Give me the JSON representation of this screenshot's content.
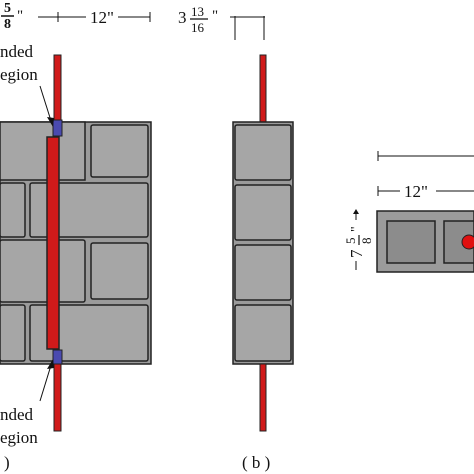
{
  "colors": {
    "brick_fill": "#9b9b9b",
    "brick_face": "#a6a6a6",
    "mortar": "#222222",
    "rebar": "#d01a1a",
    "unbonded": "#4a4ab0",
    "block_cell": "#8c8c8c"
  },
  "top_dims": {
    "left_fraction": {
      "num": "5",
      "den": "8",
      "unit": "\""
    },
    "length": "12\"",
    "thickness_whole": "3",
    "thickness_num": "13",
    "thickness_den": "16",
    "thickness_unit": "\""
  },
  "labels": {
    "unbonded_top_line1": "nded",
    "unbonded_top_line2": "egion",
    "unbonded_bottom_line1": "nded",
    "unbonded_bottom_line2": "egion",
    "panel_a_caption": ")",
    "panel_b_caption": "( b )"
  },
  "block_section": {
    "length": "12\"",
    "height_whole": "7",
    "height_num": "5",
    "height_den": "8",
    "height_unit": "\""
  }
}
